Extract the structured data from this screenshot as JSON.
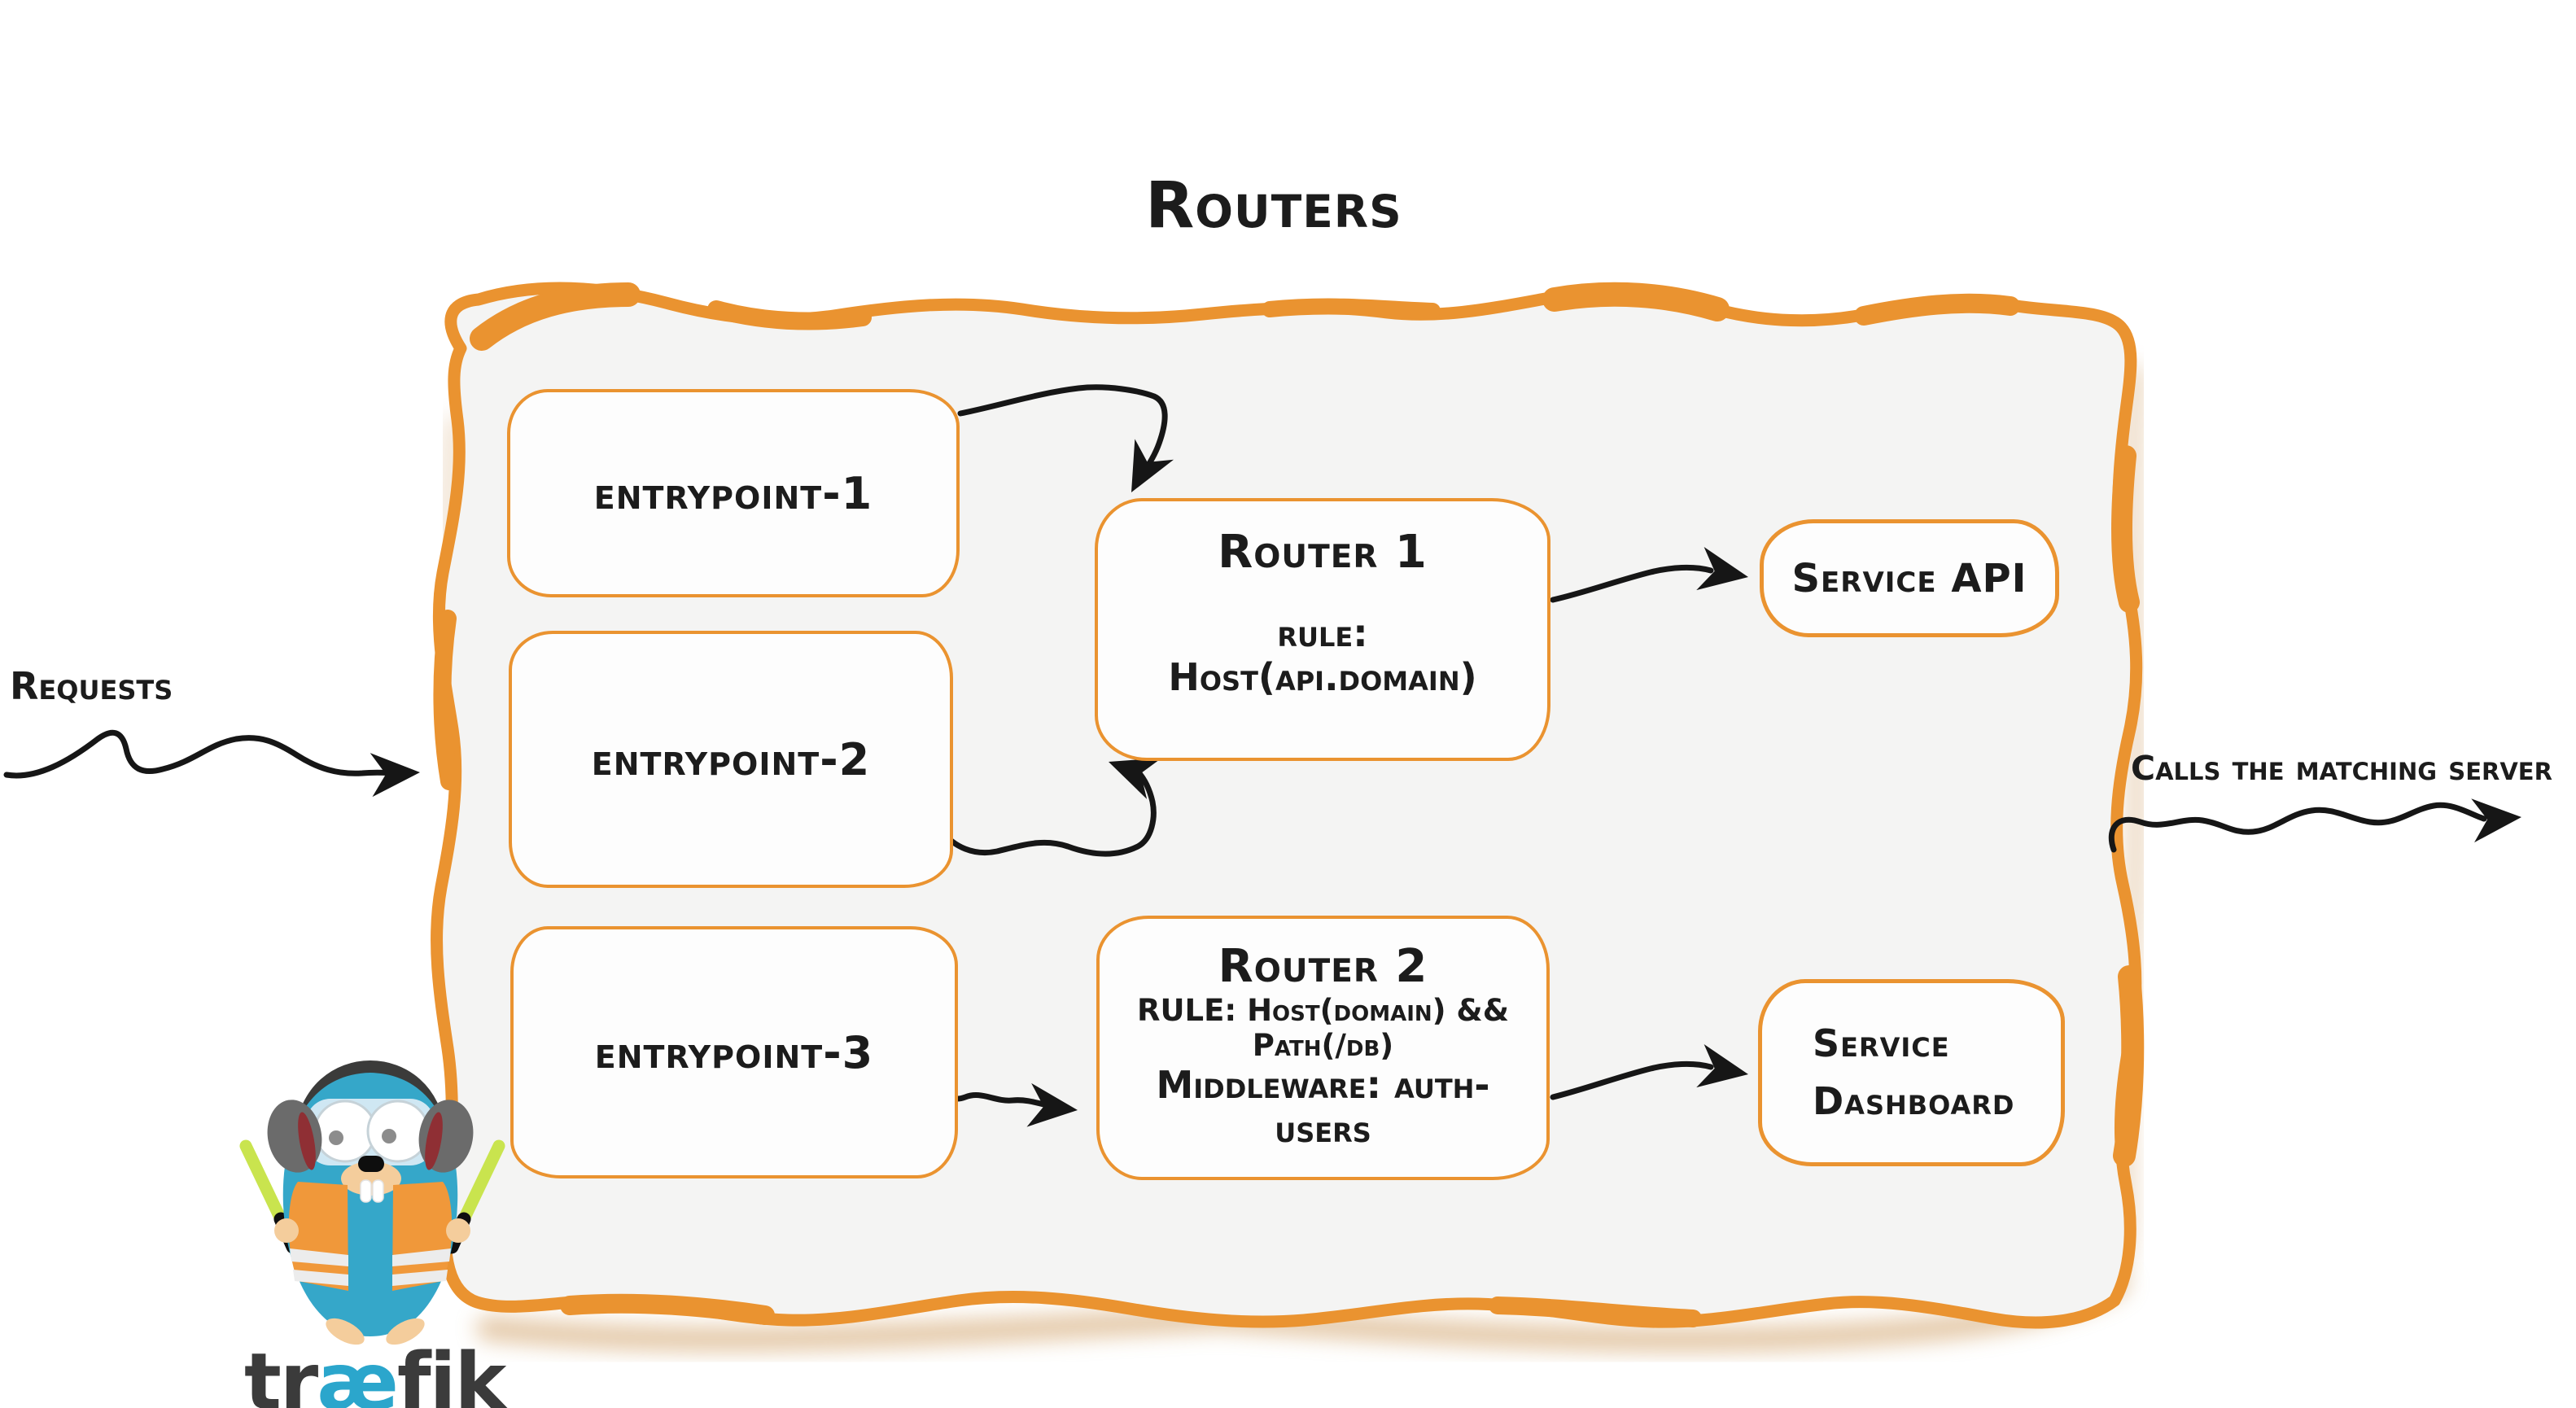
{
  "colors": {
    "accent_orange": "#EA9330",
    "shadow_tan": "#C99250",
    "container_fill": "#F4F4F3",
    "ink": "#1C1C1C",
    "arrow_black": "#161616",
    "traefik_blue": "#35A7C9",
    "goggle_blue": "#D8EAF5",
    "logo_gray": "#3B3B3B",
    "logo_ae_blue": "#2BA6CC",
    "vest_orange": "#F0983A",
    "baton_green": "#C9E44E",
    "skin_tan": "#F4CD9C",
    "cup_gray": "#6B6B6B",
    "cup_red": "#8F2F34"
  },
  "header": {
    "title": "Routers"
  },
  "labels": {
    "requests": "Requests",
    "calls": "Calls the matching server"
  },
  "entrypoints": [
    {
      "label": "entrypoint-1"
    },
    {
      "label": "entrypoint-2"
    },
    {
      "label": "entrypoint-3"
    }
  ],
  "routers": [
    {
      "title": "Router 1",
      "rule": "rule: Host(api.domain)"
    },
    {
      "title": "Router 2",
      "rule": "RULE: Host(domain) && Path(/db)",
      "middleware": "Middleware: auth-users"
    }
  ],
  "services": [
    {
      "label": "Service API"
    },
    {
      "line1": "Service",
      "line2": "Dashboard"
    }
  ],
  "logo": {
    "part1": "tr",
    "part2": "æ",
    "part3": "fik",
    "mascot": "traefik-gopher"
  }
}
